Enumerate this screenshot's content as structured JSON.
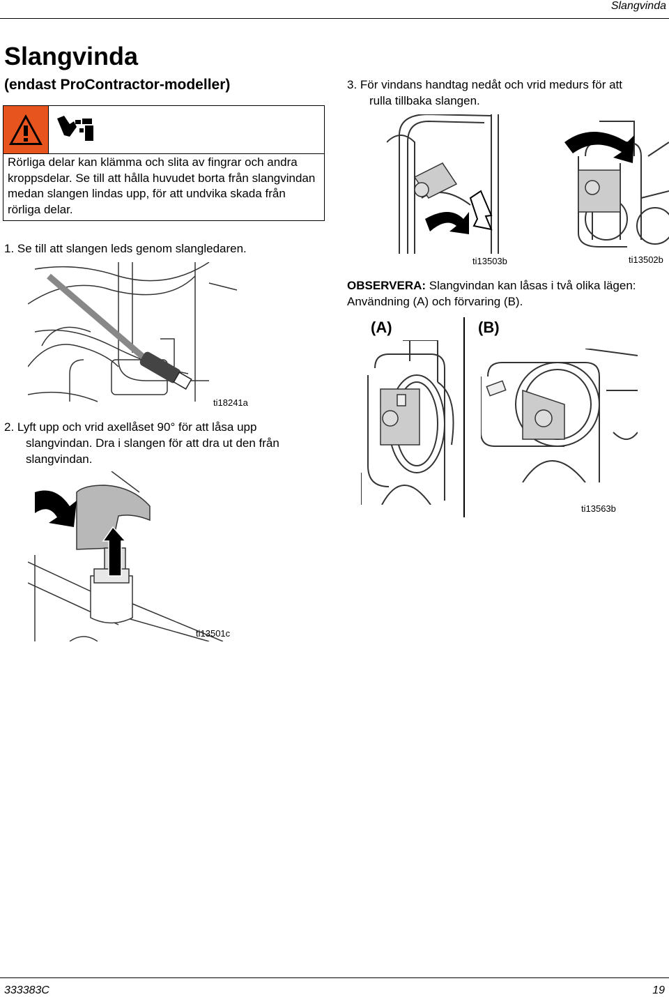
{
  "header": {
    "section": "Slangvinda"
  },
  "title": "Slangvinda",
  "subtitle": "(endast ProContractor-modeller)",
  "warning": {
    "text": "Rörliga delar kan klämma och slita av fingrar och andra kroppsdelar. Se till att hålla huvudet borta från slangvindan medan slangen lindas upp, för att undvika skada från rörliga delar.",
    "icon_hazard": "warning-triangle-icon",
    "icon_pinch": "pinch-hand-icon"
  },
  "steps": {
    "s1": "1.  Se till att slangen leds genom slangledaren.",
    "s2_line1": "2.  Lyft upp och vrid axellåset 90° för att låsa upp",
    "s2_line2": "slangvindan. Dra i slangen för att dra ut den från",
    "s2_line3": "slangvindan.",
    "s3_line1": "3.  För vindans handtag nedåt och vrid medurs för att",
    "s3_line2": "rulla tillbaka slangen."
  },
  "note": {
    "label": "OBSERVERA:",
    "text_line1": " Slangvindan kan låsas i två olika lägen:",
    "text_line2": "Användning (A) och förvaring (B).",
    "label_a": "(A)",
    "label_b": "(B)"
  },
  "captions": {
    "fig1": "ti18241a",
    "fig2": "ti13501c",
    "fig3a": "ti13503b",
    "fig3b": "ti13502b",
    "fig_ab": "ti13563b"
  },
  "footer": {
    "doc_number": "333383C",
    "page": "19"
  },
  "colors": {
    "warning_orange": "#e8541e"
  }
}
